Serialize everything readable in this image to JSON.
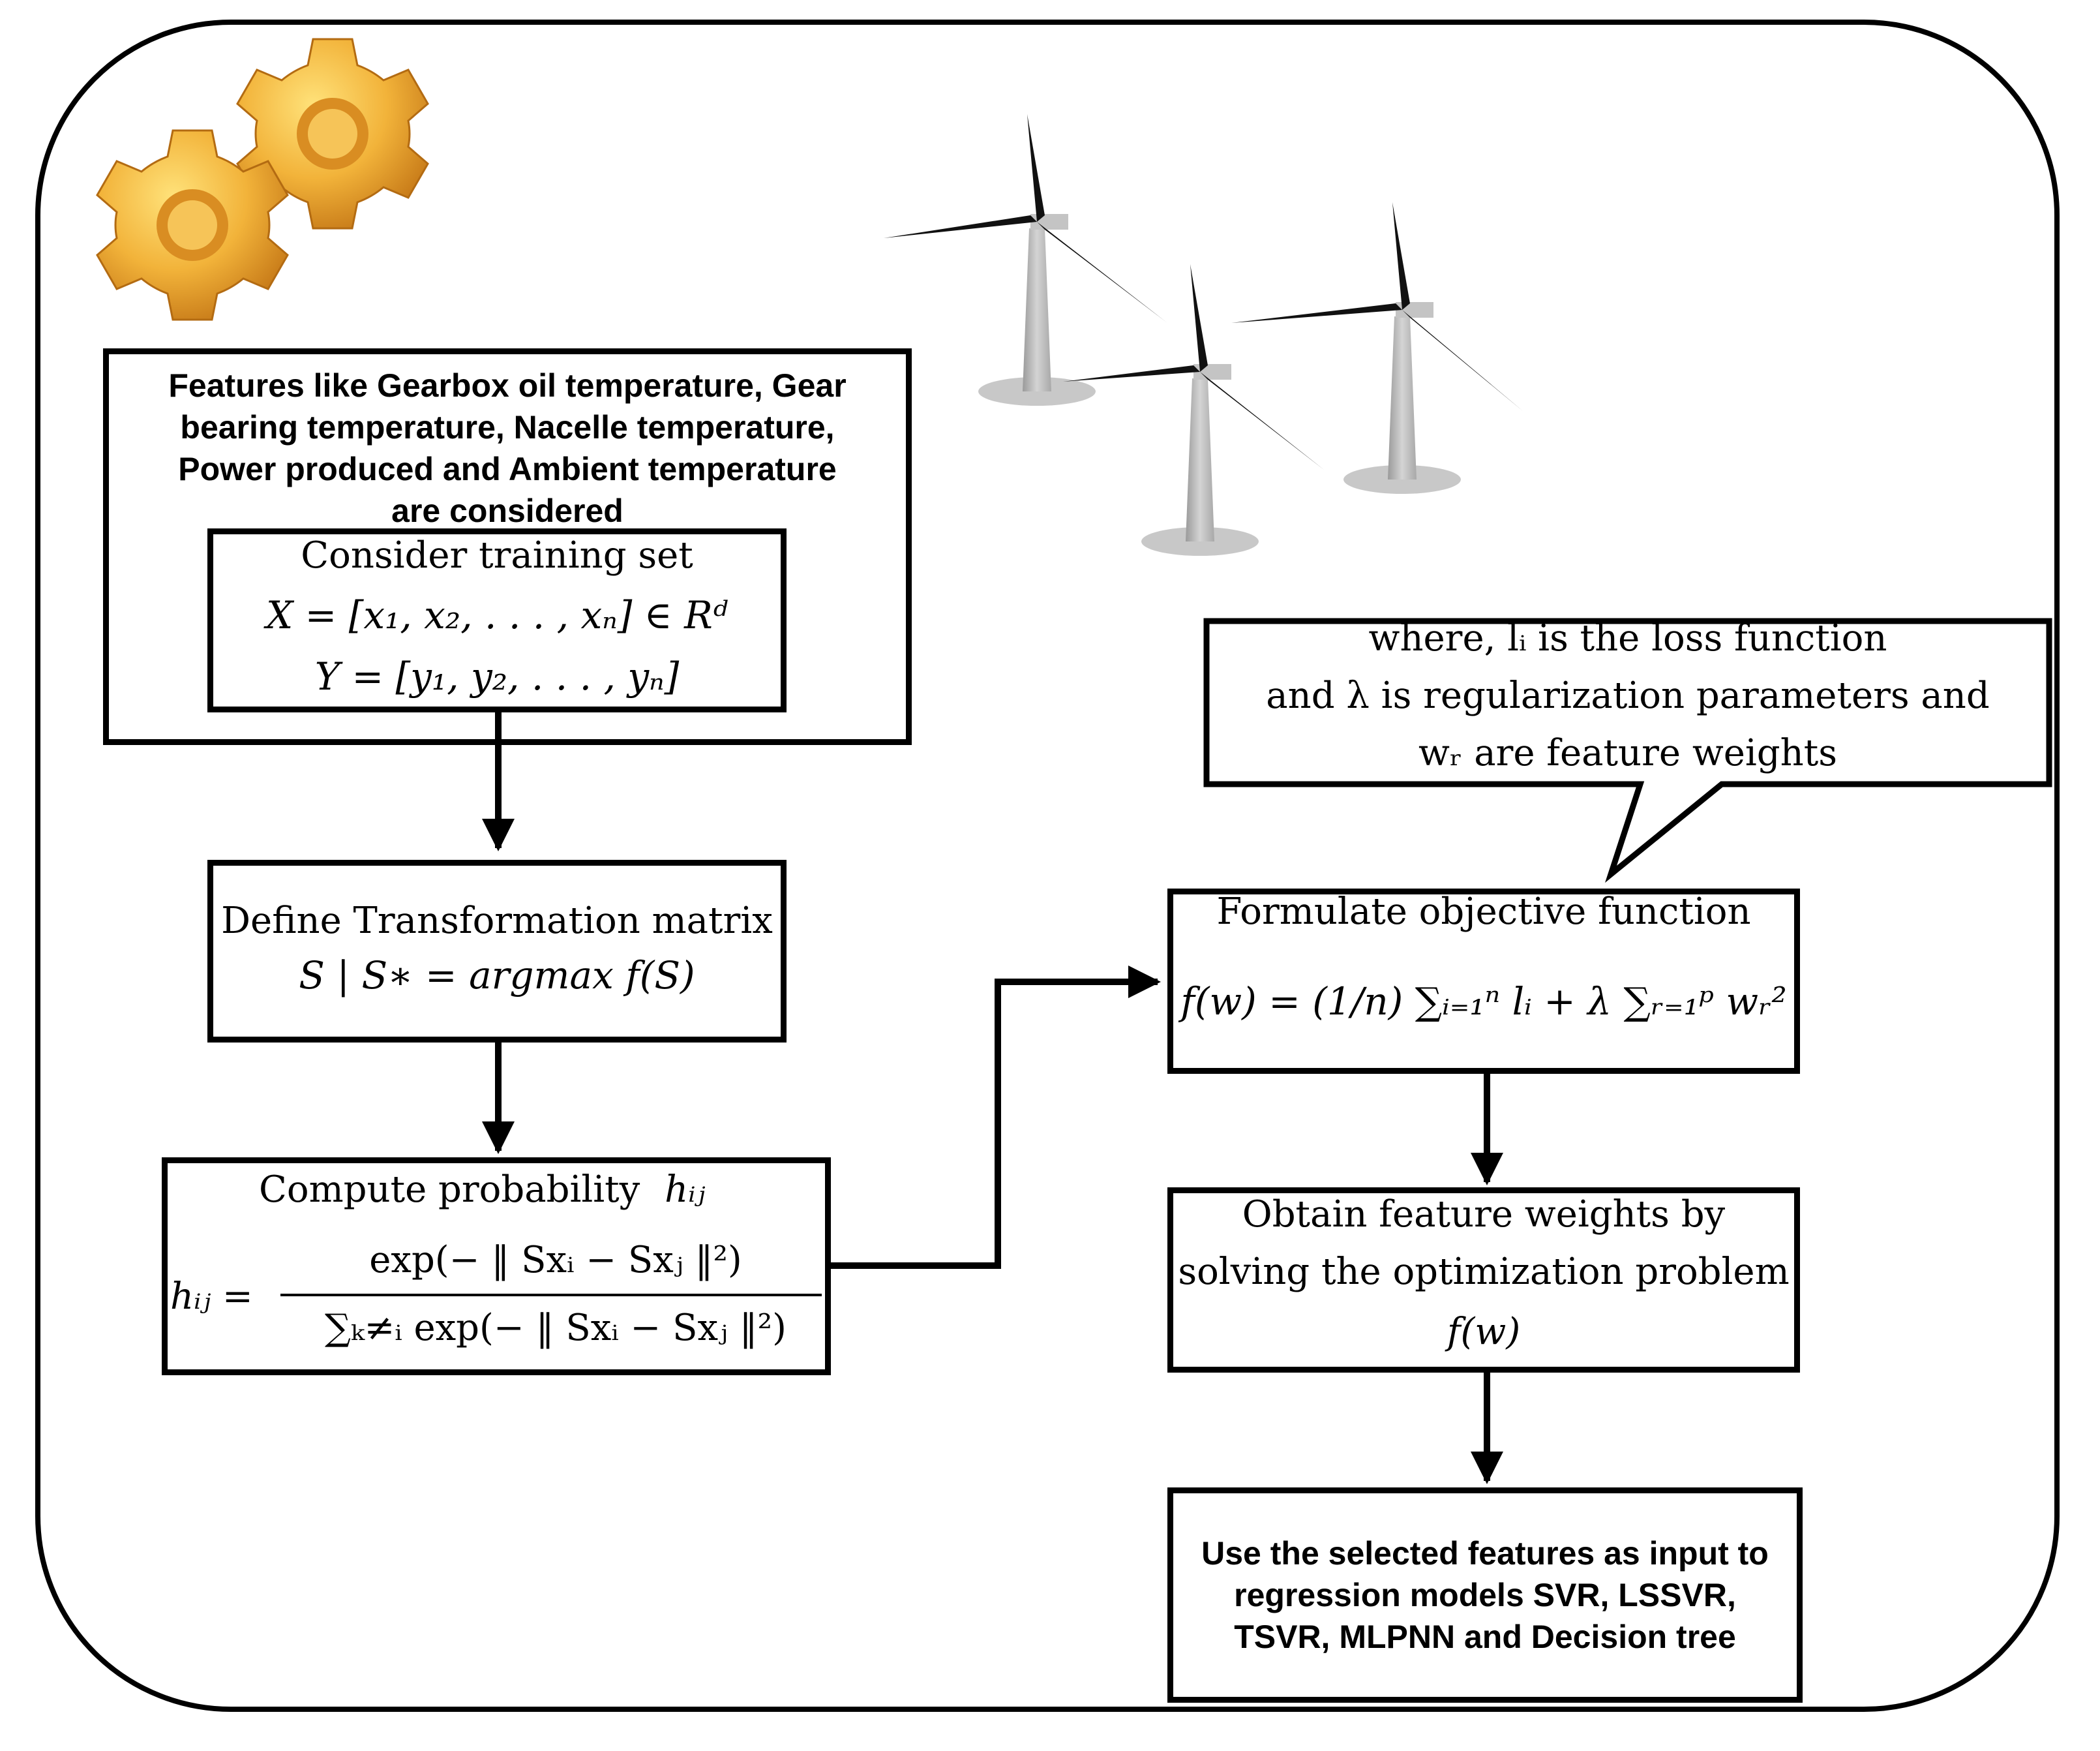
{
  "features_box": {
    "lines": [
      "Features like Gearbox oil temperature, Gear",
      "bearing temperature, Nacelle temperature,",
      "Power produced and Ambient temperature",
      "are considered"
    ]
  },
  "training_box": {
    "title": "Consider training set",
    "eq_x": "X = [x₁, x₂, . . . , xₙ] ∈ Rᵈ",
    "eq_y": "Y = [y₁, y₂, . . . , yₙ]"
  },
  "transform_box": {
    "title": "Define Transformation matrix",
    "eq": "S | S∗ = argmax f(S)"
  },
  "probability_box": {
    "title": "Compute probability",
    "title_sym": "hᵢⱼ",
    "lhs": "hᵢⱼ =",
    "numerator": "exp(− ‖ Sxᵢ − Sxⱼ ‖²)",
    "denominator": "∑ₖ≠ᵢ exp(− ‖ Sxᵢ − Sxⱼ ‖²)"
  },
  "callout": {
    "line1": "where, lᵢ is the loss function",
    "line2": "and λ is regularization parameters and",
    "line3": "wᵣ are feature weights"
  },
  "objective_box": {
    "title": "Formulate objective function",
    "eq": "f(w) = (1/n) ∑ᵢ₌₁ⁿ lᵢ + λ ∑ᵣ₌₁ᵖ wᵣ²"
  },
  "weights_box": {
    "lines": [
      "Obtain feature weights by",
      "solving the optimization problem",
      "f(w)"
    ]
  },
  "models_box": {
    "lines": [
      "Use the selected features as input to",
      "regression models SVR, LSSVR,",
      "TSVR, MLPNN and Decision tree"
    ]
  },
  "icons": [
    "gears-icon",
    "wind-turbine-icon"
  ]
}
